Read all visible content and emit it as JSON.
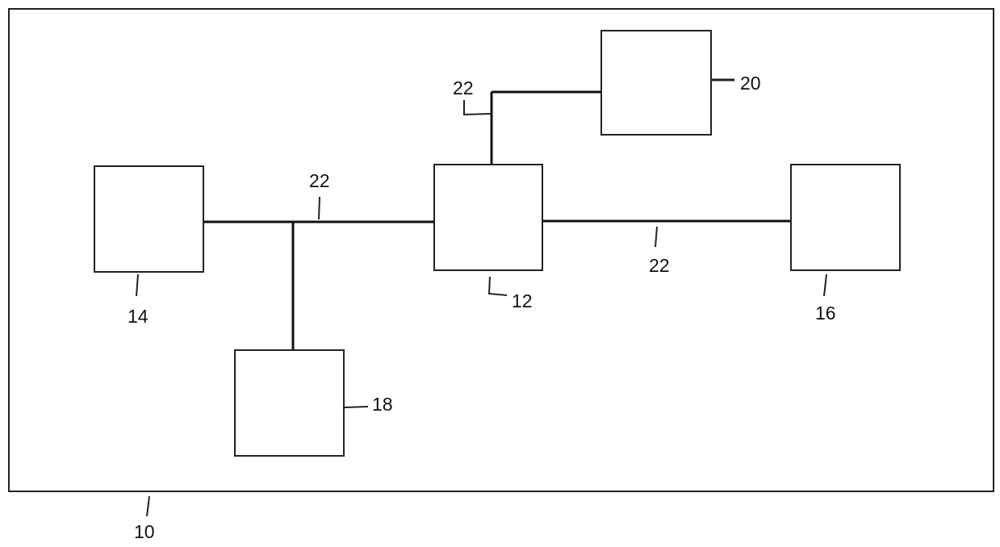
{
  "diagram": {
    "labels": {
      "system": "10",
      "central_unit": "12",
      "left_unit": "14",
      "right_unit": "16",
      "lower_unit": "18",
      "upper_unit": "20",
      "connection_upper": "22",
      "connection_left": "22",
      "connection_right": "22"
    },
    "colors": {
      "line": "#111111",
      "box_fill": "#ffffff",
      "background": "#ffffff"
    }
  }
}
